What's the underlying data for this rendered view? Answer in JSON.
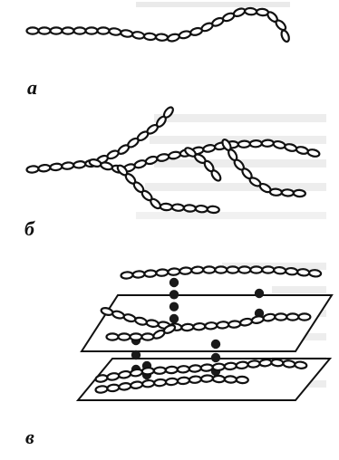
{
  "panels": [
    {
      "id": "a",
      "label": "а"
    },
    {
      "id": "b",
      "label": "б"
    },
    {
      "id": "v",
      "label": "в"
    }
  ],
  "colors": {
    "ink": "#111111",
    "bleed": "#d8d8d8",
    "crosslink": "#1a1a1a"
  }
}
